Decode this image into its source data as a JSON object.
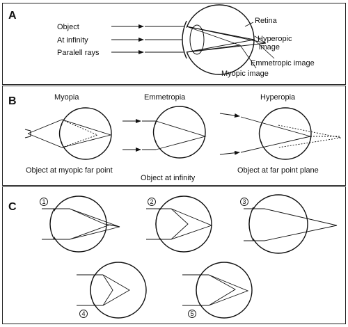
{
  "panels": {
    "a": {
      "letter": "A",
      "labels": {
        "object": "Object",
        "at_infinity": "At infinity",
        "parallel_rays": "Paralell rays",
        "retina": "Retina",
        "hyperopic_image_1": "Hyperopic",
        "hyperopic_image_2": "image",
        "emmetropic_image": "Emmetropic image",
        "myopic_image": "Myopic image"
      }
    },
    "b": {
      "letter": "B",
      "titles": {
        "myopia": "Myopia",
        "emmetropia": "Emmetropia",
        "hyperopia": "Hyperopia"
      },
      "captions": {
        "myopic": "Object at myopic far point",
        "infinity": "Object at infinity",
        "far_point_plane": "Object at far point plane"
      }
    },
    "c": {
      "letter": "C",
      "numbers": [
        "1",
        "2",
        "3",
        "4",
        "5"
      ]
    }
  }
}
